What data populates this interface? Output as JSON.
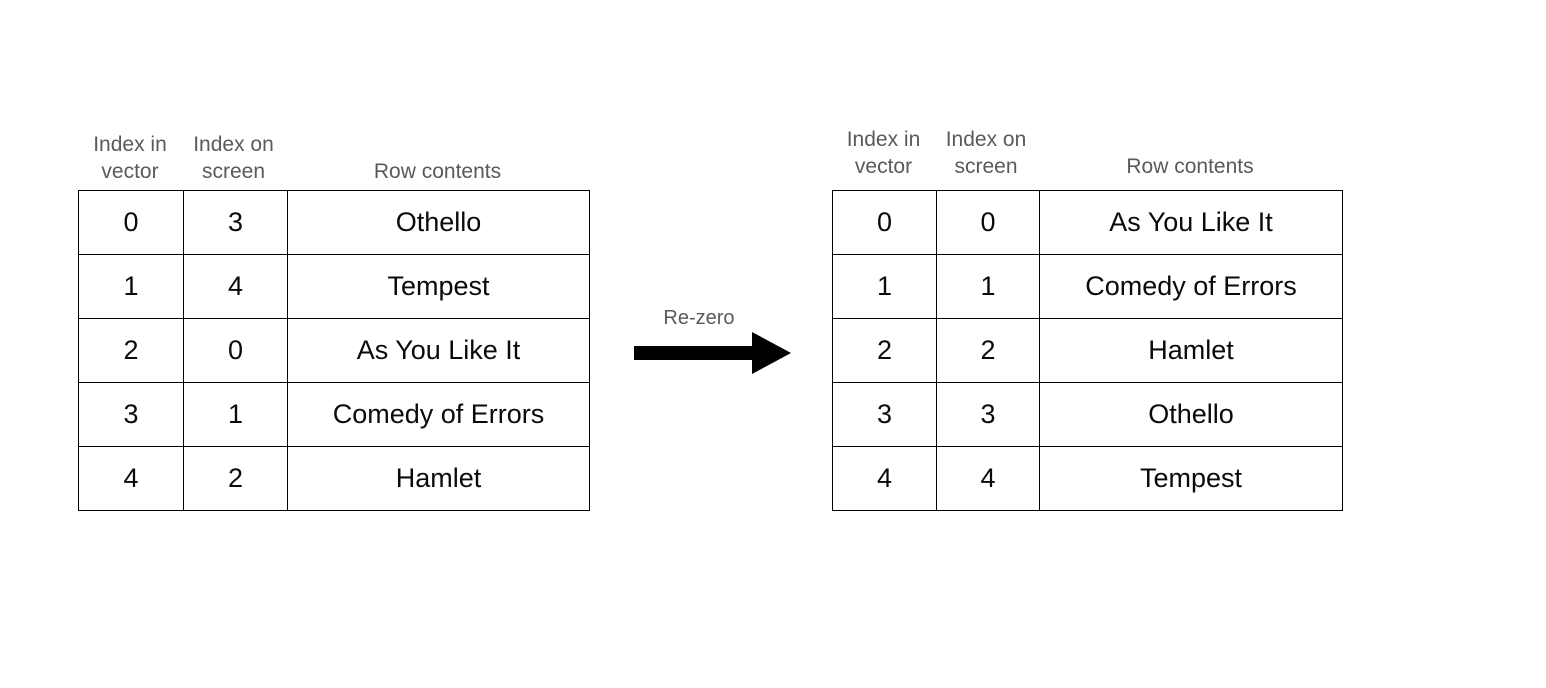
{
  "figure": {
    "arrow_label": "Re-zero",
    "arrow_color": "#000000",
    "header_color": "#5a5a5a",
    "cell_text_color": "#0a0a0a",
    "border_color": "#000000",
    "background": "#ffffff"
  },
  "tables": [
    {
      "id": "before",
      "headers": {
        "index_in_vector": "Index in\nvector",
        "index_on_screen": "Index on\nscreen",
        "row_contents": "Row contents"
      },
      "rows": [
        {
          "index_in_vector": "0",
          "index_on_screen": "3",
          "contents": "Othello"
        },
        {
          "index_in_vector": "1",
          "index_on_screen": "4",
          "contents": "Tempest"
        },
        {
          "index_in_vector": "2",
          "index_on_screen": "0",
          "contents": "As You Like It"
        },
        {
          "index_in_vector": "3",
          "index_on_screen": "1",
          "contents": "Comedy of Errors"
        },
        {
          "index_in_vector": "4",
          "index_on_screen": "2",
          "contents": "Hamlet"
        }
      ]
    },
    {
      "id": "after",
      "headers": {
        "index_in_vector": "Index in\nvector",
        "index_on_screen": "Index on\nscreen",
        "row_contents": "Row contents"
      },
      "rows": [
        {
          "index_in_vector": "0",
          "index_on_screen": "0",
          "contents": "As You Like It"
        },
        {
          "index_in_vector": "1",
          "index_on_screen": "1",
          "contents": "Comedy of Errors"
        },
        {
          "index_in_vector": "2",
          "index_on_screen": "2",
          "contents": "Hamlet"
        },
        {
          "index_in_vector": "3",
          "index_on_screen": "3",
          "contents": "Othello"
        },
        {
          "index_in_vector": "4",
          "index_on_screen": "4",
          "contents": "Tempest"
        }
      ]
    }
  ]
}
